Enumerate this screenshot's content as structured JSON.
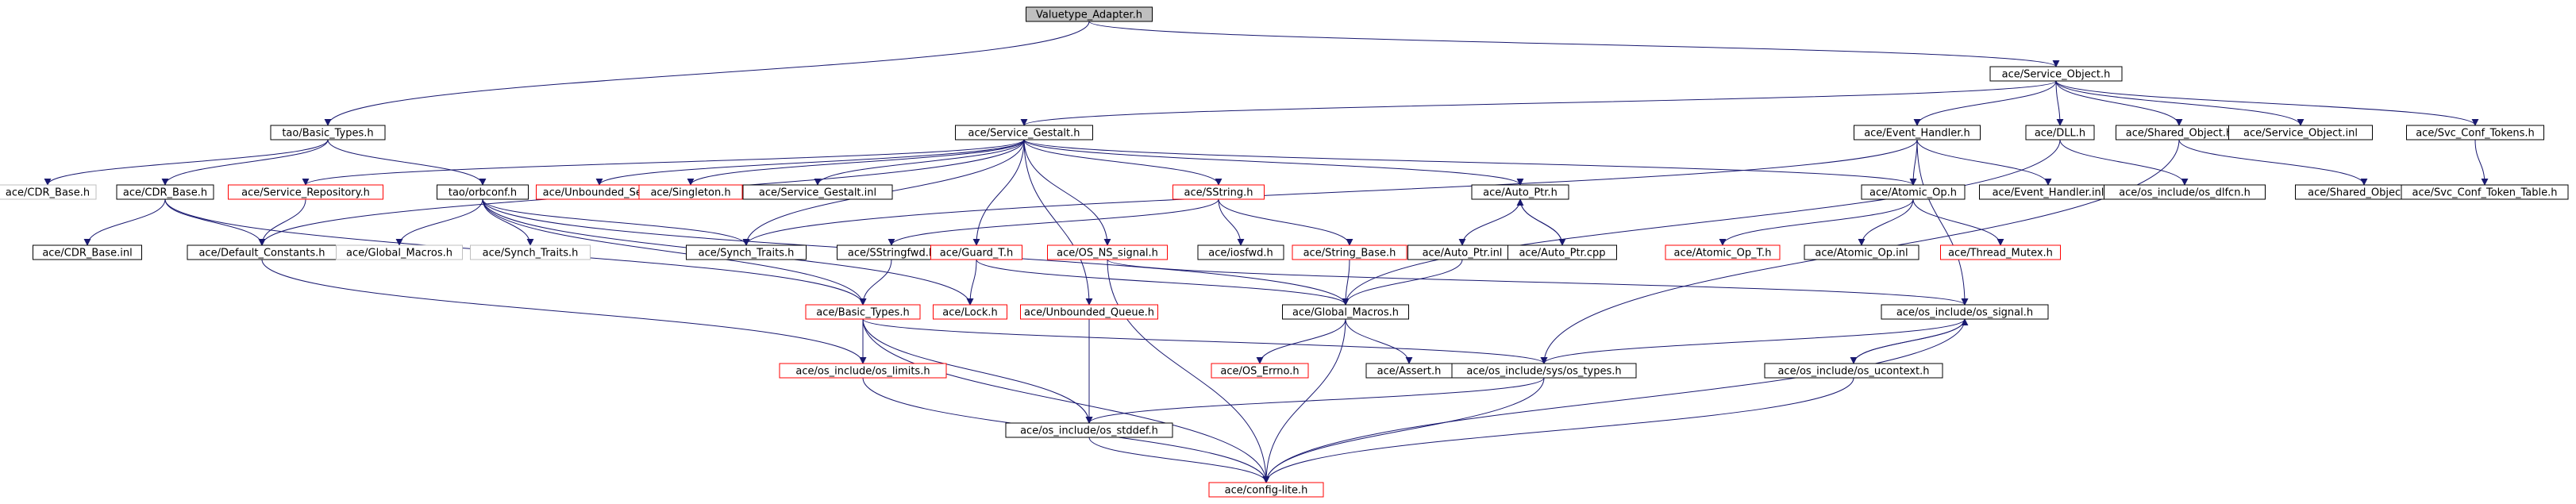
{
  "colors": {
    "background": "#ffffff",
    "edge": "#191970",
    "text": "#000000",
    "root_fill": "#bfbfbf",
    "border_normal": "#000000",
    "border_undocumented": "#ff0000",
    "border_external": "#bfbfbf"
  },
  "nodes": [
    {
      "id": "n_valuetype",
      "label": "Valuetype_Adapter.h",
      "kind": "root"
    },
    {
      "id": "n_tao_basic_types",
      "label": "tao/Basic_Types.h",
      "kind": "normal"
    },
    {
      "id": "n_service_object",
      "label": "ace/Service_Object.h",
      "kind": "normal"
    },
    {
      "id": "n_service_gestalt",
      "label": "ace/Service_Gestalt.h",
      "kind": "normal"
    },
    {
      "id": "n_event_handler",
      "label": "ace/Event_Handler.h",
      "kind": "normal"
    },
    {
      "id": "n_dll",
      "label": "ace/DLL.h",
      "kind": "normal"
    },
    {
      "id": "n_shared_object",
      "label": "ace/Shared_Object.h",
      "kind": "normal"
    },
    {
      "id": "n_service_object_inl",
      "label": "ace/Service_Object.inl",
      "kind": "normal"
    },
    {
      "id": "n_svc_conf_tokens",
      "label": "ace/Svc_Conf_Tokens.h",
      "kind": "normal"
    },
    {
      "id": "n_cdr_base_ext",
      "label": "ace/CDR_Base.h",
      "kind": "external"
    },
    {
      "id": "n_ace_cdr_base",
      "label": "ace/CDR_Base.h",
      "kind": "normal"
    },
    {
      "id": "n_service_repository",
      "label": "ace/Service_Repository.h",
      "kind": "undocumented"
    },
    {
      "id": "n_orbconf",
      "label": "tao/orbconf.h",
      "kind": "normal"
    },
    {
      "id": "n_unbounded_set",
      "label": "ace/Unbounded_Set.h",
      "kind": "undocumented"
    },
    {
      "id": "n_singleton",
      "label": "ace/Singleton.h",
      "kind": "undocumented"
    },
    {
      "id": "n_service_gestalt_inl",
      "label": "ace/Service_Gestalt.inl",
      "kind": "normal"
    },
    {
      "id": "n_sstring",
      "label": "ace/SString.h",
      "kind": "undocumented"
    },
    {
      "id": "n_auto_ptr",
      "label": "ace/Auto_Ptr.h",
      "kind": "normal"
    },
    {
      "id": "n_atomic_op",
      "label": "ace/Atomic_Op.h",
      "kind": "normal"
    },
    {
      "id": "n_event_handler_inl",
      "label": "ace/Event_Handler.inl",
      "kind": "normal"
    },
    {
      "id": "n_os_dlfcn",
      "label": "ace/os_include/os_dlfcn.h",
      "kind": "normal"
    },
    {
      "id": "n_shared_object_inl",
      "label": "ace/Shared_Object.inl",
      "kind": "normal"
    },
    {
      "id": "n_svc_conf_token_table",
      "label": "ace/Svc_Conf_Token_Table.h",
      "kind": "normal"
    },
    {
      "id": "n_cdr_base_inl",
      "label": "ace/CDR_Base.inl",
      "kind": "normal"
    },
    {
      "id": "n_default_constants",
      "label": "ace/Default_Constants.h",
      "kind": "normal"
    },
    {
      "id": "n_global_macros_ext",
      "label": "ace/Global_Macros.h",
      "kind": "external"
    },
    {
      "id": "n_synch_traits_ext",
      "label": "ace/Synch_Traits.h",
      "kind": "external"
    },
    {
      "id": "n_synch_traits",
      "label": "ace/Synch_Traits.h",
      "kind": "normal"
    },
    {
      "id": "n_sstringfwd",
      "label": "ace/SStringfwd.h",
      "kind": "normal"
    },
    {
      "id": "n_guard_t",
      "label": "ace/Guard_T.h",
      "kind": "undocumented"
    },
    {
      "id": "n_os_ns_signal",
      "label": "ace/OS_NS_signal.h",
      "kind": "undocumented"
    },
    {
      "id": "n_iosfwd",
      "label": "ace/iosfwd.h",
      "kind": "normal"
    },
    {
      "id": "n_string_base",
      "label": "ace/String_Base.h",
      "kind": "undocumented"
    },
    {
      "id": "n_auto_ptr_inl",
      "label": "ace/Auto_Ptr.inl",
      "kind": "normal"
    },
    {
      "id": "n_auto_ptr_cpp",
      "label": "ace/Auto_Ptr.cpp",
      "kind": "normal"
    },
    {
      "id": "n_atomic_op_t",
      "label": "ace/Atomic_Op_T.h",
      "kind": "undocumented"
    },
    {
      "id": "n_atomic_op_inl",
      "label": "ace/Atomic_Op.inl",
      "kind": "normal"
    },
    {
      "id": "n_thread_mutex",
      "label": "ace/Thread_Mutex.h",
      "kind": "undocumented"
    },
    {
      "id": "n_ace_basic_types",
      "label": "ace/Basic_Types.h",
      "kind": "undocumented"
    },
    {
      "id": "n_lock",
      "label": "ace/Lock.h",
      "kind": "undocumented"
    },
    {
      "id": "n_unbounded_queue",
      "label": "ace/Unbounded_Queue.h",
      "kind": "undocumented"
    },
    {
      "id": "n_global_macros",
      "label": "ace/Global_Macros.h",
      "kind": "normal"
    },
    {
      "id": "n_os_signal",
      "label": "ace/os_include/os_signal.h",
      "kind": "normal"
    },
    {
      "id": "n_os_errno",
      "label": "ace/OS_Errno.h",
      "kind": "undocumented"
    },
    {
      "id": "n_assert",
      "label": "ace/Assert.h",
      "kind": "normal"
    },
    {
      "id": "n_os_types",
      "label": "ace/os_include/sys/os_types.h",
      "kind": "normal"
    },
    {
      "id": "n_os_ucontext",
      "label": "ace/os_include/os_ucontext.h",
      "kind": "normal"
    },
    {
      "id": "n_os_limits",
      "label": "ace/os_include/os_limits.h",
      "kind": "undocumented"
    },
    {
      "id": "n_os_stddef",
      "label": "ace/os_include/os_stddef.h",
      "kind": "normal"
    },
    {
      "id": "n_config_lite",
      "label": "ace/config-lite.h",
      "kind": "undocumented"
    }
  ],
  "edges": [
    [
      "n_valuetype",
      "n_tao_basic_types"
    ],
    [
      "n_valuetype",
      "n_service_object"
    ],
    [
      "n_tao_basic_types",
      "n_cdr_base_ext"
    ],
    [
      "n_tao_basic_types",
      "n_ace_cdr_base"
    ],
    [
      "n_tao_basic_types",
      "n_orbconf"
    ],
    [
      "n_service_object",
      "n_service_gestalt"
    ],
    [
      "n_service_object",
      "n_event_handler"
    ],
    [
      "n_service_object",
      "n_dll"
    ],
    [
      "n_service_object",
      "n_shared_object"
    ],
    [
      "n_service_object",
      "n_service_object_inl"
    ],
    [
      "n_service_object",
      "n_svc_conf_tokens"
    ],
    [
      "n_ace_cdr_base",
      "n_cdr_base_inl"
    ],
    [
      "n_ace_cdr_base",
      "n_default_constants"
    ],
    [
      "n_ace_cdr_base",
      "n_ace_basic_types"
    ],
    [
      "n_service_gestalt",
      "n_service_repository"
    ],
    [
      "n_service_gestalt",
      "n_default_constants"
    ],
    [
      "n_service_gestalt",
      "n_unbounded_set"
    ],
    [
      "n_service_gestalt",
      "n_singleton"
    ],
    [
      "n_service_gestalt",
      "n_service_gestalt_inl"
    ],
    [
      "n_service_gestalt",
      "n_sstring"
    ],
    [
      "n_service_gestalt",
      "n_auto_ptr"
    ],
    [
      "n_service_gestalt",
      "n_atomic_op"
    ],
    [
      "n_service_gestalt",
      "n_synch_traits"
    ],
    [
      "n_service_gestalt",
      "n_guard_t"
    ],
    [
      "n_service_gestalt",
      "n_os_ns_signal"
    ],
    [
      "n_service_gestalt",
      "n_unbounded_queue"
    ],
    [
      "n_service_repository",
      "n_default_constants"
    ],
    [
      "n_orbconf",
      "n_global_macros_ext"
    ],
    [
      "n_orbconf",
      "n_synch_traits_ext"
    ],
    [
      "n_orbconf",
      "n_synch_traits"
    ],
    [
      "n_orbconf",
      "n_ace_basic_types"
    ],
    [
      "n_orbconf",
      "n_lock"
    ],
    [
      "n_orbconf",
      "n_global_macros"
    ],
    [
      "n_default_constants",
      "n_os_limits"
    ],
    [
      "n_event_handler",
      "n_atomic_op"
    ],
    [
      "n_event_handler",
      "n_event_handler_inl"
    ],
    [
      "n_event_handler",
      "n_synch_traits"
    ],
    [
      "n_event_handler",
      "n_os_signal"
    ],
    [
      "n_dll",
      "n_os_dlfcn"
    ],
    [
      "n_dll",
      "n_global_macros"
    ],
    [
      "n_shared_object",
      "n_shared_object_inl"
    ],
    [
      "n_shared_object",
      "n_os_types"
    ],
    [
      "n_svc_conf_tokens",
      "n_svc_conf_token_table"
    ],
    [
      "n_sstring",
      "n_sstringfwd"
    ],
    [
      "n_sstring",
      "n_iosfwd"
    ],
    [
      "n_sstring",
      "n_string_base"
    ],
    [
      "n_sstringfwd",
      "n_ace_basic_types"
    ],
    [
      "n_guard_t",
      "n_lock"
    ],
    [
      "n_guard_t",
      "n_global_macros"
    ],
    [
      "n_os_ns_signal",
      "n_os_signal"
    ],
    [
      "n_os_ns_signal",
      "n_config_lite"
    ],
    [
      "n_string_base",
      "n_global_macros"
    ],
    [
      "n_auto_ptr",
      "n_auto_ptr_inl"
    ],
    [
      "n_auto_ptr",
      "n_auto_ptr_cpp"
    ],
    [
      "n_auto_ptr_cpp",
      "n_auto_ptr"
    ],
    [
      "n_auto_ptr_inl",
      "n_global_macros"
    ],
    [
      "n_atomic_op",
      "n_atomic_op_t"
    ],
    [
      "n_atomic_op",
      "n_atomic_op_inl"
    ],
    [
      "n_atomic_op",
      "n_thread_mutex"
    ],
    [
      "n_ace_basic_types",
      "n_os_limits"
    ],
    [
      "n_ace_basic_types",
      "n_os_types"
    ],
    [
      "n_ace_basic_types",
      "n_os_stddef"
    ],
    [
      "n_ace_basic_types",
      "n_config_lite"
    ],
    [
      "n_unbounded_queue",
      "n_os_stddef"
    ],
    [
      "n_global_macros",
      "n_os_errno"
    ],
    [
      "n_global_macros",
      "n_assert"
    ],
    [
      "n_global_macros",
      "n_config_lite"
    ],
    [
      "n_os_signal",
      "n_os_types"
    ],
    [
      "n_os_signal",
      "n_os_ucontext"
    ],
    [
      "n_os_signal",
      "n_config_lite"
    ],
    [
      "n_os_ucontext",
      "n_os_signal"
    ],
    [
      "n_os_ucontext",
      "n_config_lite"
    ],
    [
      "n_os_types",
      "n_os_stddef"
    ],
    [
      "n_os_types",
      "n_config_lite"
    ],
    [
      "n_os_limits",
      "n_config_lite"
    ],
    [
      "n_os_stddef",
      "n_config_lite"
    ]
  ]
}
